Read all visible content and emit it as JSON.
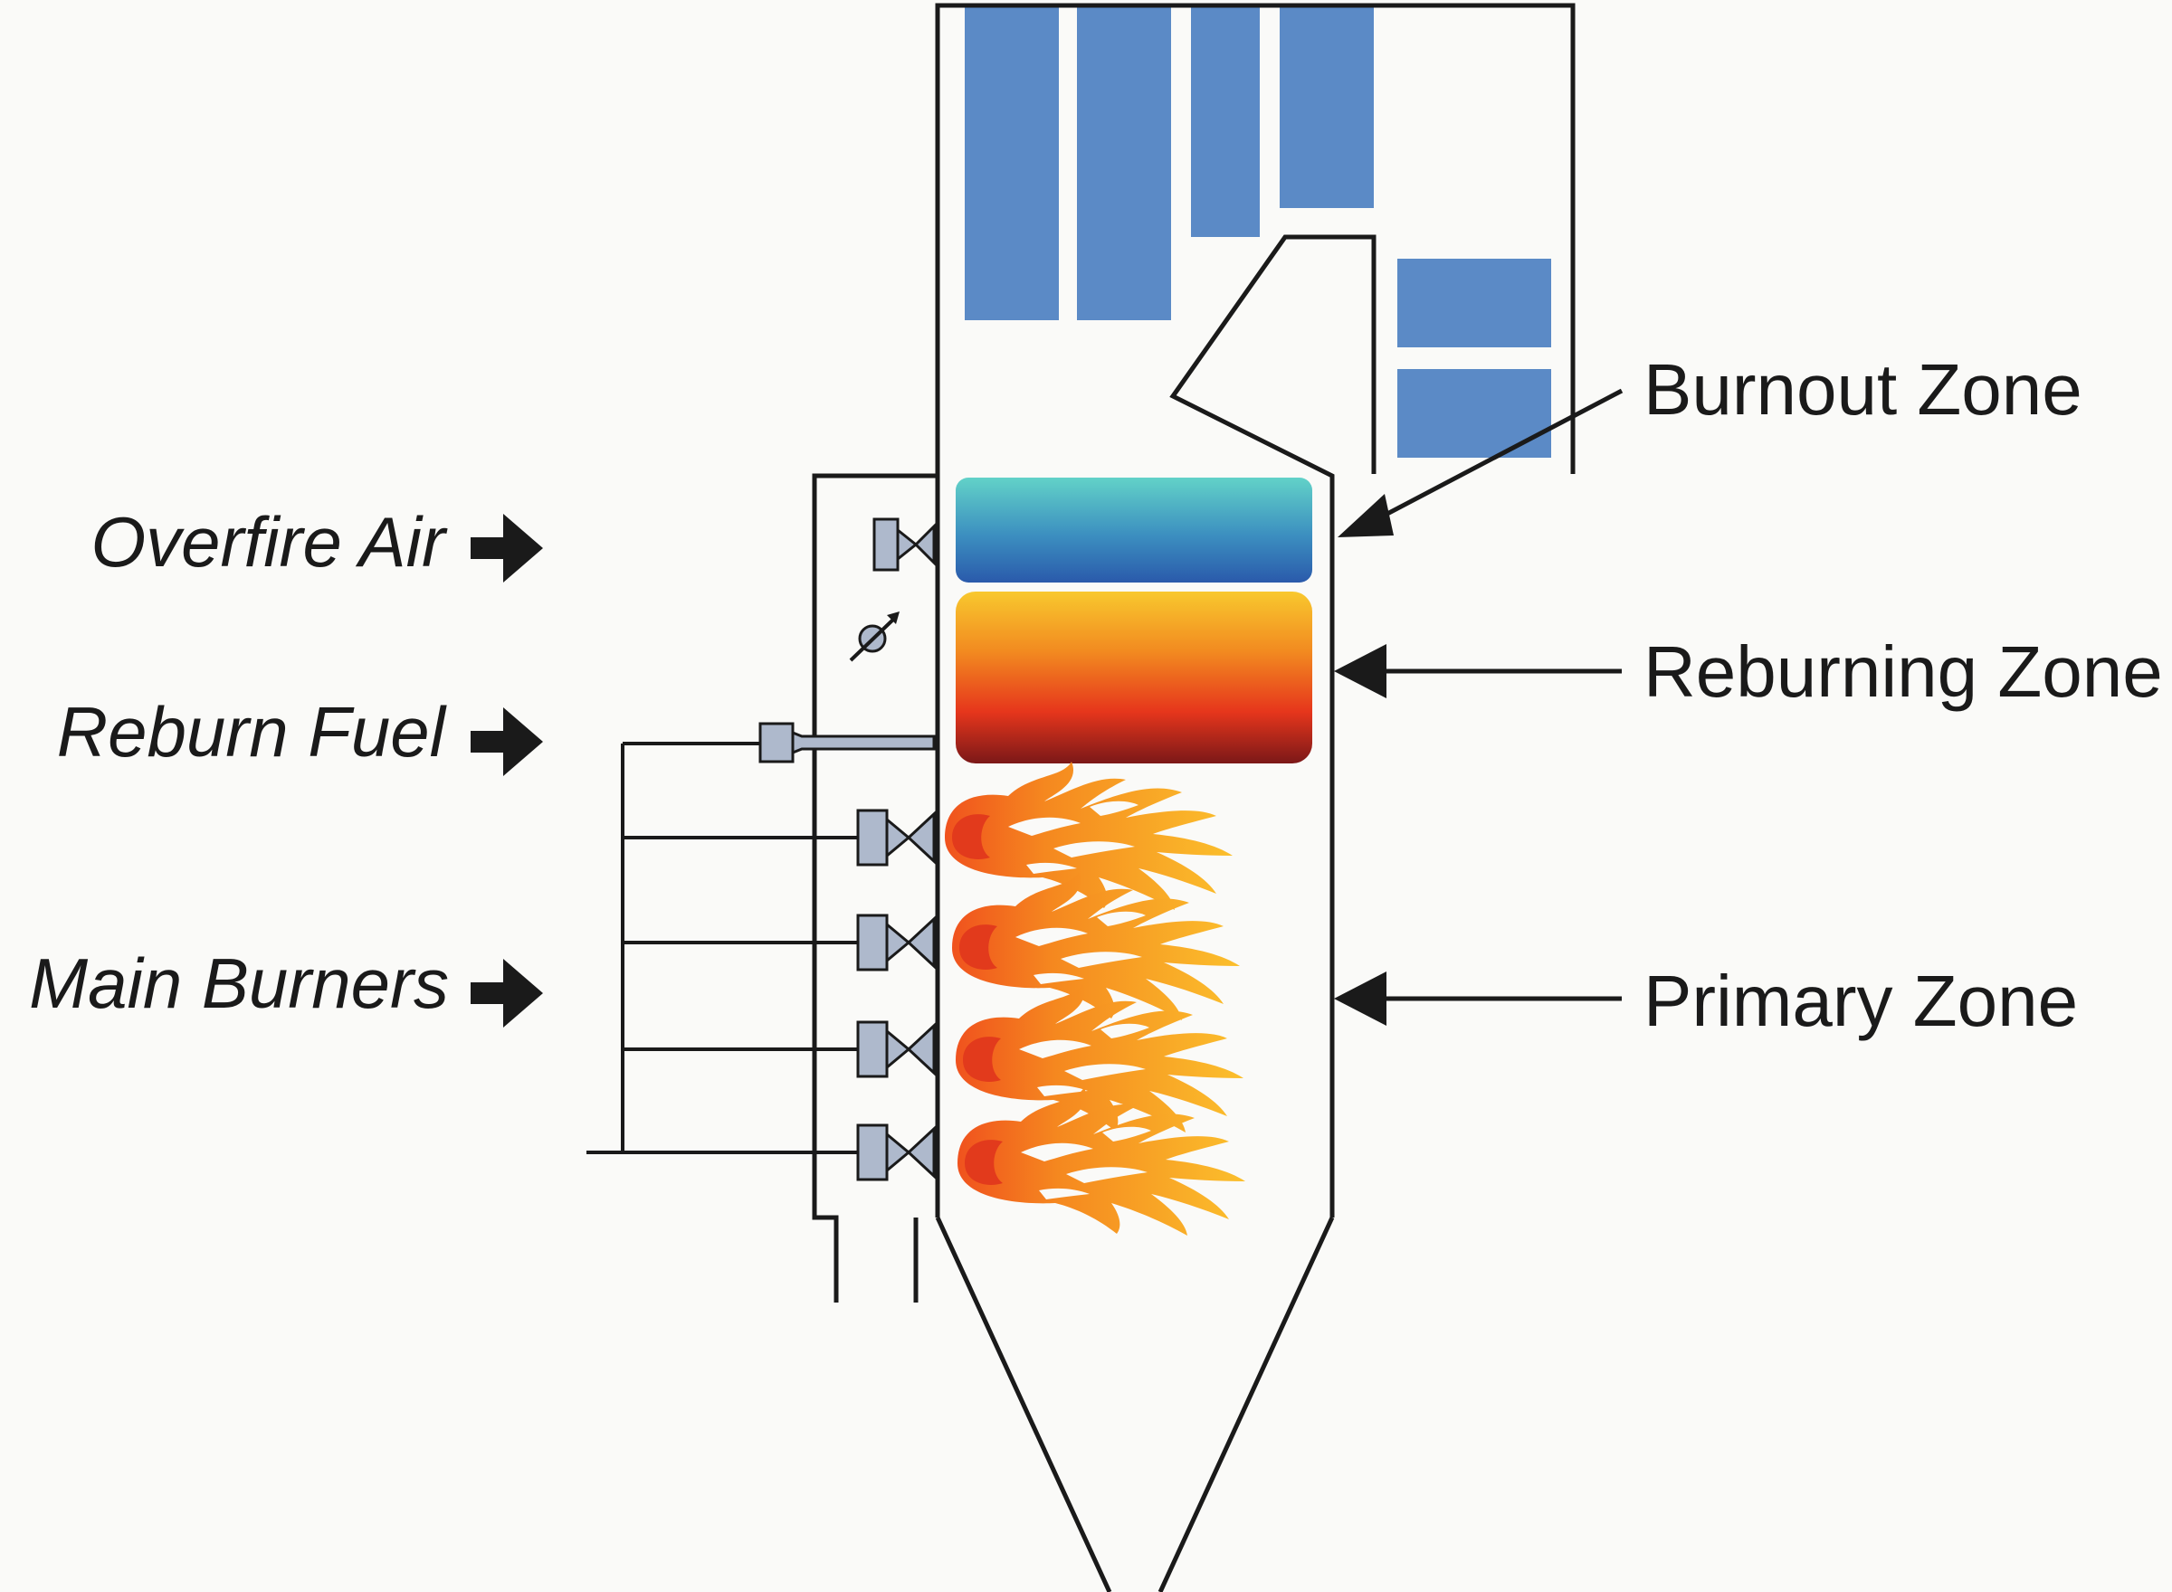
{
  "inputs": {
    "overfire_air": "Overfire Air",
    "reburn_fuel": "Reburn Fuel",
    "main_burners": "Main Burners"
  },
  "zones": {
    "burnout": "Burnout Zone",
    "reburning": "Reburning Zone",
    "primary": "Primary Zone"
  },
  "colors": {
    "heat_exchanger": "#5b8ac6",
    "burnout_band": [
      "#5ecfc6",
      "#2f64b0"
    ],
    "reburn_band": [
      "#f7c52c",
      "#f07a1e",
      "#e8321c",
      "#7a1a1a"
    ],
    "flame": [
      "#e23a1c",
      "#f58a1f",
      "#fbb92a"
    ],
    "nozzle": "#aeb9cc",
    "line": "#1a1a1a"
  },
  "icons": {
    "input_arrow": "right-arrow-icon",
    "damper": "damper-valve-icon",
    "burner": "burner-nozzle-icon",
    "flame": "flame-icon"
  }
}
